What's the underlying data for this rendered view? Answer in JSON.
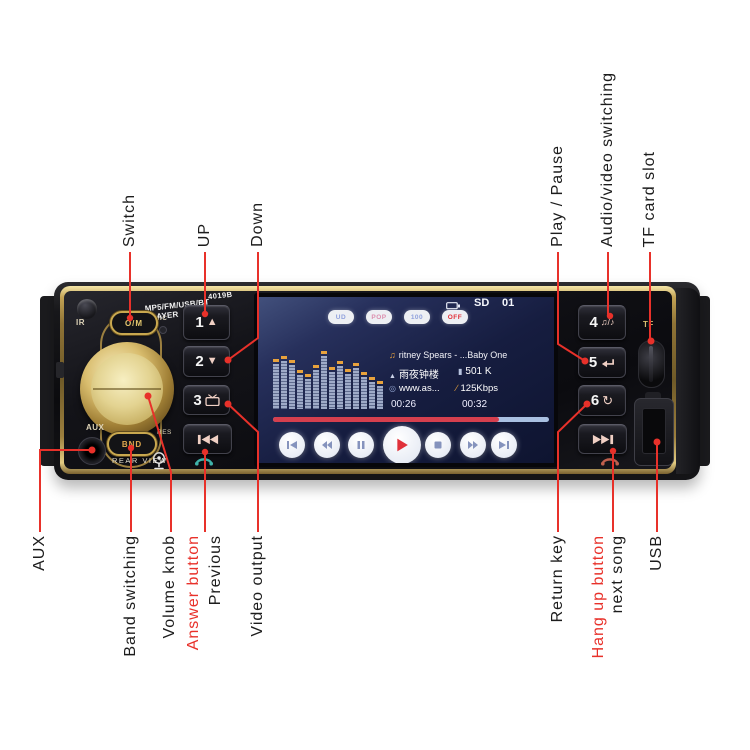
{
  "colors": {
    "callout_red": "#e8312a",
    "gold_trim": "#c9a84f",
    "screen_navy": "#161d40",
    "progress_red": "#d53f4e",
    "eq_cap_orange": "#e8a23c",
    "transport_icon_blue": "#8593bd",
    "play_red": "#e0313a",
    "answer_phone_teal": "#3fb3aa",
    "hangup_phone_red": "#bf5f4d"
  },
  "callouts": {
    "top": [
      {
        "label": "Switch",
        "color": "#1c1c1c"
      },
      {
        "label": "UP",
        "color": "#1c1c1c"
      },
      {
        "label": "Down",
        "color": "#1c1c1c"
      },
      {
        "label": "Play / Pause",
        "color": "#1c1c1c"
      },
      {
        "label": "Audio/video switching",
        "color": "#1c1c1c"
      },
      {
        "label": "TF card slot",
        "color": "#1c1c1c"
      }
    ],
    "bottom": [
      {
        "label": "AUX",
        "color": "#1c1c1c"
      },
      {
        "label": "Band switching",
        "color": "#1c1c1c"
      },
      {
        "label": "Volume knob",
        "color": "#1c1c1c"
      },
      {
        "label": "Answer button",
        "color": "#e8312a"
      },
      {
        "label": "Previous",
        "color": "#1c1c1c"
      },
      {
        "label": "Video output",
        "color": "#1c1c1c"
      },
      {
        "label": "Return key",
        "color": "#1c1c1c"
      },
      {
        "label": "Hang up button",
        "color": "#e8312a"
      },
      {
        "label": "next song",
        "color": "#1c1c1c"
      },
      {
        "label": "USB",
        "color": "#1c1c1c"
      }
    ]
  },
  "device": {
    "model": "4019B",
    "brand": "MP5/FM/USB/BT PLAYER",
    "ir_label": "IR",
    "om_label": "O/M",
    "mic_label": "MIC",
    "aux_label": "AUX",
    "bnd_label": "BND",
    "res_label": "RES",
    "rear_view_label": "REAR VIEW",
    "tf_label": "TF",
    "keys": {
      "k1": {
        "num": "1",
        "glyph": "▲"
      },
      "k2": {
        "num": "2",
        "glyph": "▼"
      },
      "k3": {
        "num": "3"
      },
      "k4": {
        "num": "4",
        "suffix": "♫/♪"
      },
      "k5": {
        "num": "5"
      },
      "k6": {
        "num": "6",
        "suffix": "↻"
      }
    }
  },
  "screen": {
    "status": {
      "card": "SD",
      "track": "01"
    },
    "mode_pills": [
      {
        "label": "UD",
        "color": "#8fa0dc"
      },
      {
        "label": "POP",
        "color": "#dc8fae"
      },
      {
        "label": "100",
        "color": "#8fa0dc"
      },
      {
        "label": "OFF",
        "color": "#e23038"
      }
    ],
    "now_playing": {
      "note_icon": "♫",
      "title": "ritney Spears - ...Baby One",
      "album_icon": "▲",
      "album": "雨夜钟楼",
      "size_icon": "▮",
      "size": "501 K",
      "source_icon": "◎",
      "source": "www.as...",
      "bitrate_icon": "∕",
      "bitrate": "125Kbps",
      "elapsed": "00:26",
      "total": "00:32"
    },
    "eq_bars": [
      78,
      82,
      76,
      58,
      52,
      68,
      92,
      64,
      74,
      60,
      70,
      56,
      46,
      40
    ],
    "progress_percent": 82,
    "transport": [
      "prev",
      "rew",
      "pause",
      "play",
      "stop",
      "ff",
      "next"
    ]
  }
}
